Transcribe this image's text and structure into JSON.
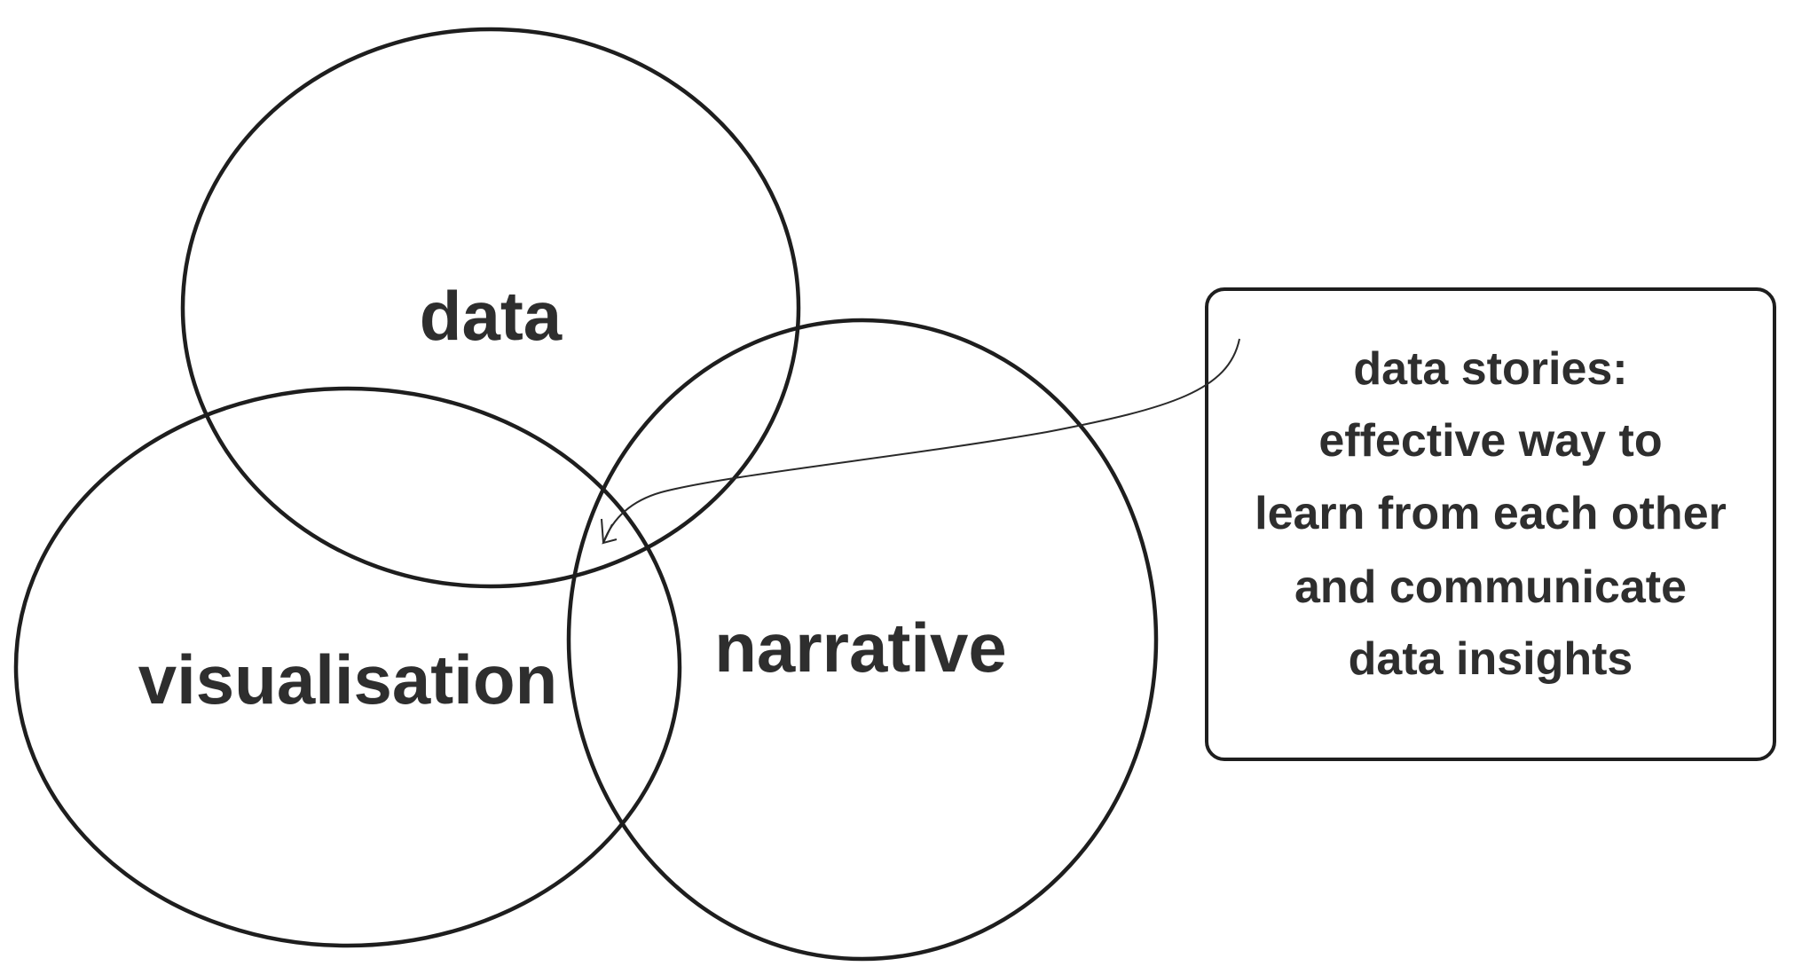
{
  "venn": {
    "circles": [
      {
        "id": "data",
        "label": "data"
      },
      {
        "id": "visualisation",
        "label": "visualisation"
      },
      {
        "id": "narrative",
        "label": "narrative"
      }
    ]
  },
  "callout": {
    "lines": [
      "data stories:",
      "effective way to",
      "learn from each other",
      "and communicate",
      "data insights"
    ]
  }
}
